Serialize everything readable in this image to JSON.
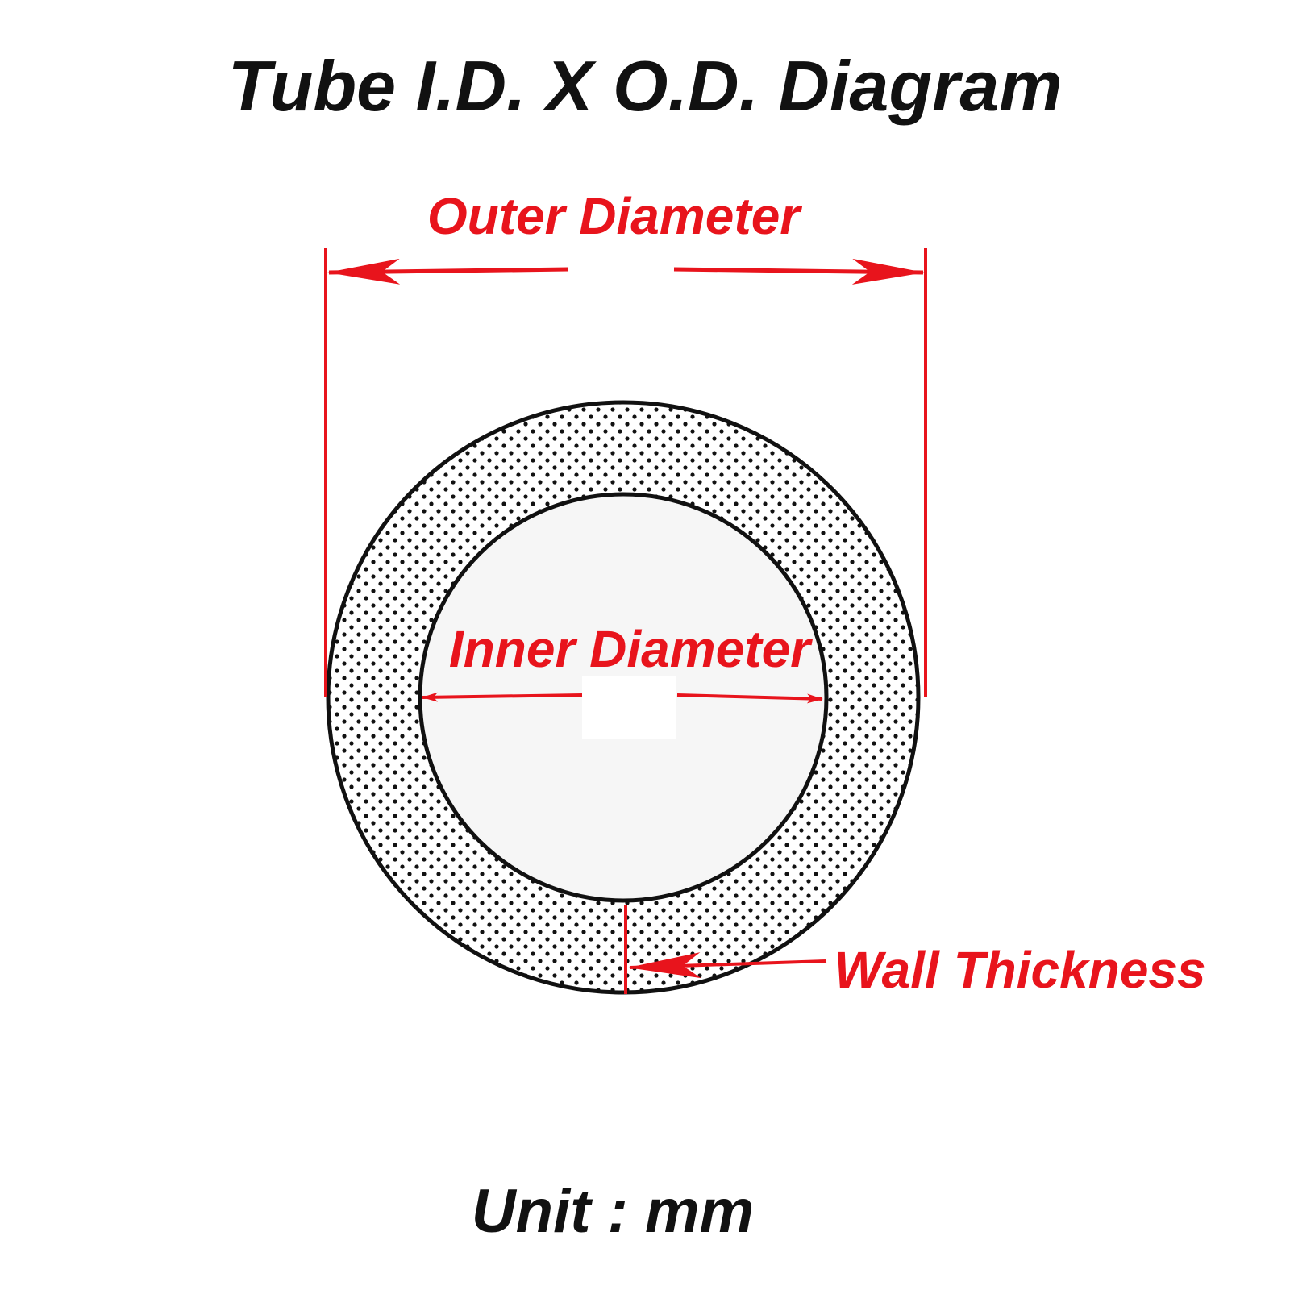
{
  "title": "Tube I.D. X O.D. Diagram",
  "labels": {
    "outer_diameter": "Outer Diameter",
    "inner_diameter": "Inner Diameter",
    "wall_thickness": "Wall Thickness"
  },
  "unit": "Unit : mm",
  "colors": {
    "accent": "#e8141c",
    "ink": "#111111",
    "wall_fill": "#ffffff",
    "bore_fill": "#f6f6f6"
  }
}
